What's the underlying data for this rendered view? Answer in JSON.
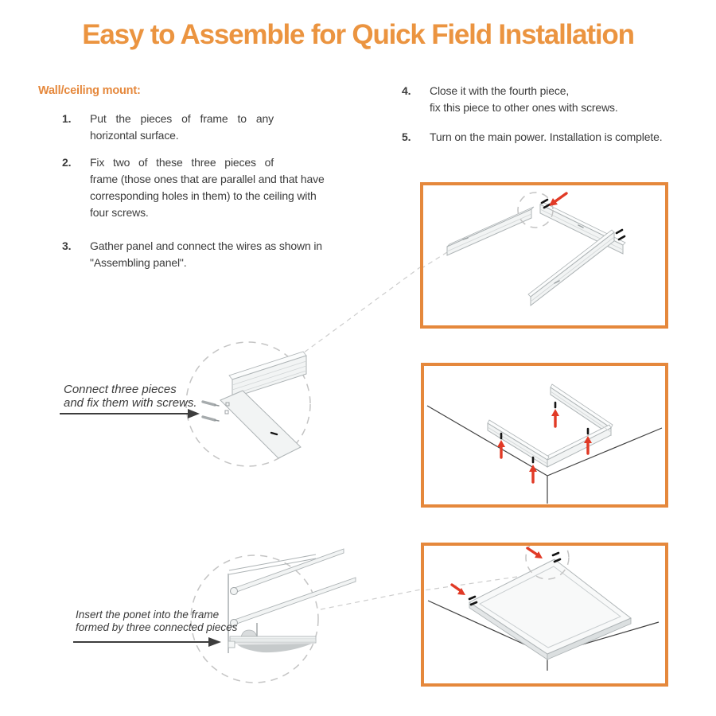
{
  "title": "Easy to Assemble for Quick Field Installation",
  "colors": {
    "accent_orange": "#E5883C",
    "title_orange": "#EB9440",
    "arrow_red": "#E13A26",
    "text_dark": "#3C3C3C"
  },
  "instructions": {
    "heading": "Wall/ceiling mount:",
    "steps_left": [
      {
        "num": "1.",
        "lines": [
          "Put the pieces of frame to any",
          "horizontal surface."
        ]
      },
      {
        "num": "2.",
        "lines": [
          "Fix two of these three pieces of",
          "frame (those ones that are parallel and that have",
          "corresponding holes in them) to the ceiling with",
          "four screws."
        ]
      },
      {
        "num": "3.",
        "lines": [
          "Gather panel and connect the wires as shown in",
          "\"Assembling panel\"."
        ]
      }
    ],
    "steps_right": [
      {
        "num": "4.",
        "lines": [
          "Close it with the fourth piece,",
          "fix this piece to other ones with screws."
        ]
      },
      {
        "num": "5.",
        "lines": [
          "Turn on the main power. Installation is complete."
        ]
      }
    ]
  },
  "callouts": {
    "corner_joint": {
      "label_lines": [
        "Connect three pieces",
        "and fix them with screws."
      ]
    },
    "panel_insert": {
      "label_lines": [
        "Insert the ponet into the frame",
        "formed by three connected pieces"
      ]
    }
  }
}
